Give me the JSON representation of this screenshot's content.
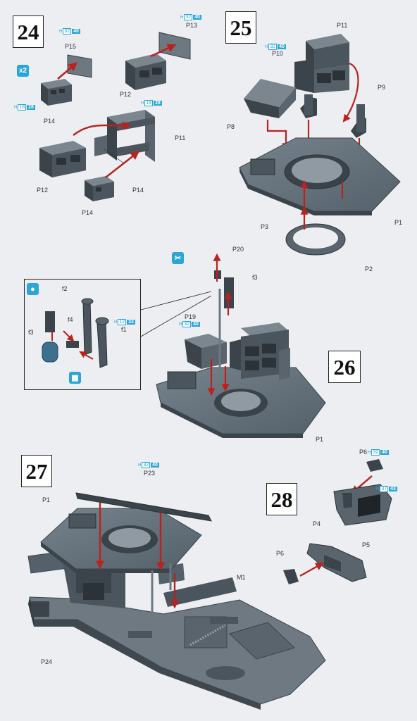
{
  "steps": [
    {
      "number": "24"
    },
    {
      "number": "25"
    },
    {
      "number": "26"
    },
    {
      "number": "27"
    },
    {
      "number": "28"
    }
  ],
  "multiplier": "x2",
  "labels": {
    "s24": {
      "p15": "P15",
      "p13": "P13",
      "p14a": "P14",
      "p12a": "P12",
      "p11": "P11",
      "p12b": "P12",
      "p14b": "P14",
      "p14c": "P14"
    },
    "s25": {
      "p11": "P11",
      "p10": "P10",
      "p9": "P9",
      "p8": "P8",
      "p3": "P3",
      "p1": "P1",
      "p2": "P2"
    },
    "s26": {
      "p20": "P20",
      "f3a": "f3",
      "f2": "f2",
      "f4": "f4",
      "f1": "f1",
      "f3b": "f3",
      "p19": "P19",
      "p1": "P1"
    },
    "s27": {
      "p23": "P23",
      "p1": "P1",
      "m1": "M1",
      "p24": "P24"
    },
    "s28": {
      "p6a": "P6",
      "p4": "P4",
      "p6b": "P6",
      "p5": "P5"
    }
  },
  "codes": {
    "c24_p15": {
      "h": "H",
      "a": "32",
      "b": "40"
    },
    "c24_p13": {
      "h": "H",
      "a": "32",
      "b": "40"
    },
    "c24_p14": {
      "h": "H",
      "a": "18",
      "b": "28"
    },
    "c24_p12": {
      "h": "H",
      "a": "18",
      "b": "28"
    },
    "c25_p10": {
      "h": "H",
      "a": "32",
      "b": "40"
    },
    "c26_f1": {
      "h": "H",
      "a": "12",
      "b": "33"
    },
    "c26_p19": {
      "h": "H",
      "a": "32",
      "b": "40"
    },
    "c27_p23": {
      "h": "H",
      "a": "32",
      "b": "40"
    },
    "c28_p6": {
      "h": "H",
      "a": "32",
      "b": "40"
    },
    "c28_p4": {
      "h": "H",
      "a": "37",
      "b": "43"
    }
  },
  "colors": {
    "part_gray": "#5e6a73",
    "part_dark": "#3b444b",
    "arrow_red": "#b8231e",
    "accent_blue": "#2aa6d8",
    "paper": "#eceef2"
  },
  "icons": [
    "cut-icon",
    "glue-icon",
    "paint-icon"
  ]
}
